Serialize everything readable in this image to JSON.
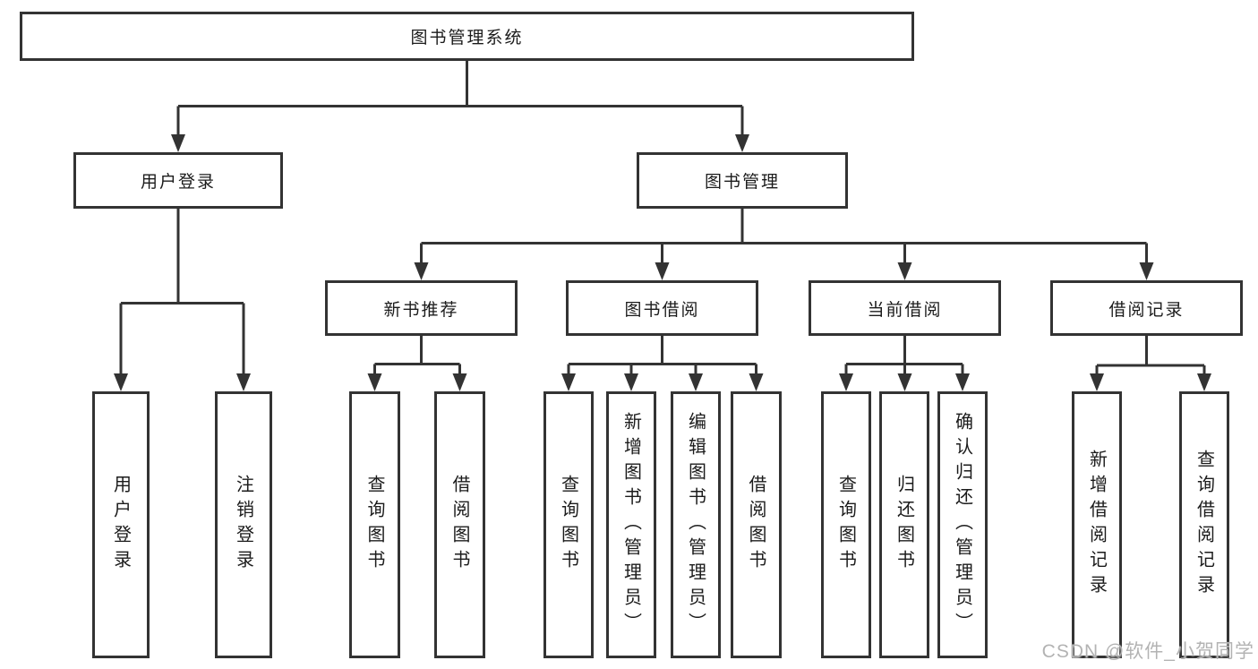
{
  "page": {
    "background": "#ffffff"
  },
  "colors": {
    "line": "#333333",
    "box_border": "#333333",
    "text": "#1b1b1b",
    "watermark": "#b3b3b3"
  },
  "diagram": {
    "root": {
      "label": "图书管理系统"
    },
    "branches": [
      {
        "label": "用户登录",
        "children": [
          {
            "label": "用户登录"
          },
          {
            "label": "注销登录"
          }
        ]
      },
      {
        "label": "图书管理",
        "children": [
          {
            "label": "新书推荐",
            "children": [
              {
                "label": "查询图书"
              },
              {
                "label": "借阅图书"
              }
            ]
          },
          {
            "label": "图书借阅",
            "children": [
              {
                "label": "查询图书"
              },
              {
                "label": "新增图书（管理员）"
              },
              {
                "label": "编辑图书（管理员）"
              },
              {
                "label": "借阅图书"
              }
            ]
          },
          {
            "label": "当前借阅",
            "children": [
              {
                "label": "查询图书"
              },
              {
                "label": "归还图书"
              },
              {
                "label": "确认归还（管理员）"
              }
            ]
          },
          {
            "label": "借阅记录",
            "children": [
              {
                "label": "新增借阅记录"
              },
              {
                "label": "查询借阅记录"
              }
            ]
          }
        ]
      }
    ]
  },
  "watermark": {
    "text": "CSDN @软件_小贺同学"
  }
}
